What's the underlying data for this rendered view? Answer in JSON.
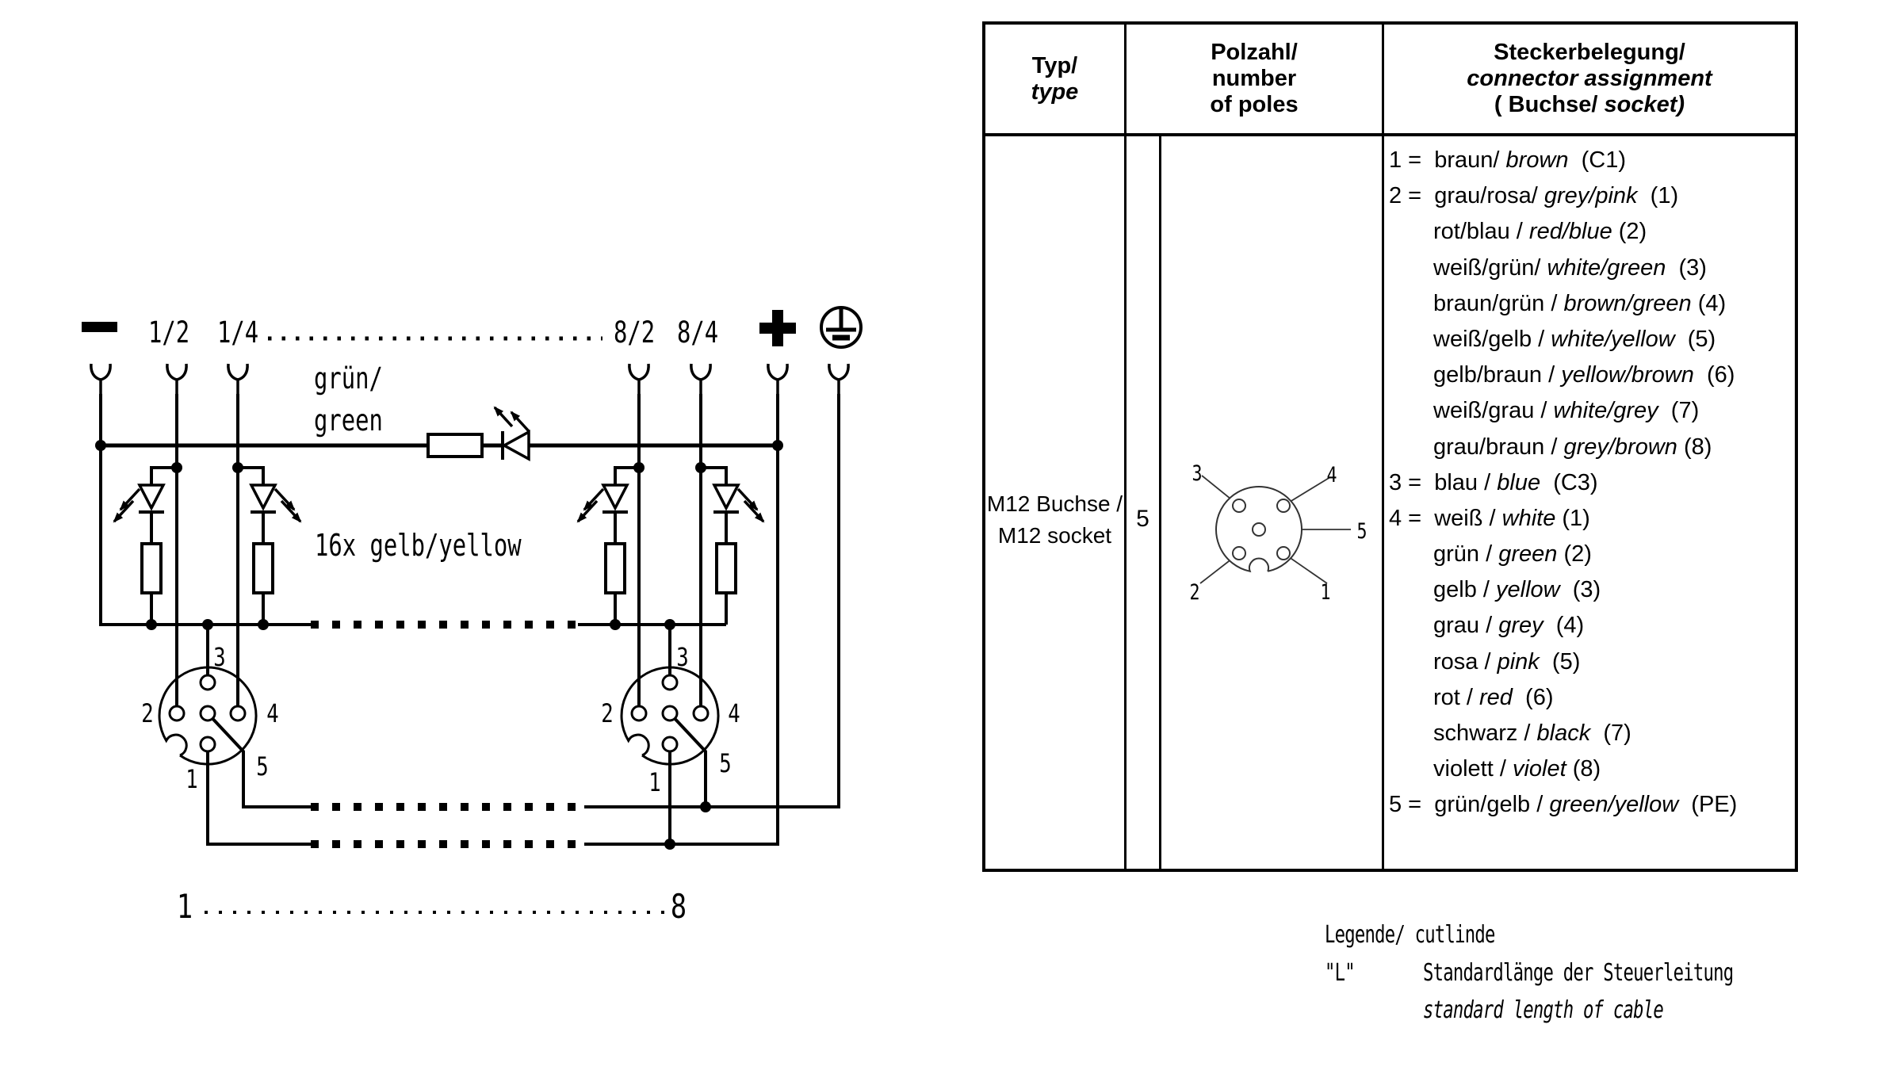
{
  "diagram": {
    "terminals": {
      "t12": "1/2",
      "t14": "1/4",
      "t82": "8/2",
      "t84": "8/4"
    },
    "green_led_label": {
      "line1": "grün/",
      "line2": "green"
    },
    "yellow_led_label": "16x gelb/yellow",
    "range": {
      "start": "1",
      "end": "8"
    }
  },
  "pin_labels": {
    "p1": "1",
    "p2": "2",
    "p3": "3",
    "p4": "4",
    "p5": "5"
  },
  "table": {
    "header": {
      "col1_line1": "Typ/",
      "col1_line2": "type",
      "col2_line1": "Polzahl/",
      "col2_line2": "number",
      "col2_line3": "of poles",
      "col3_line1": "Steckerbelegung/",
      "col3_line2": "connector assignment",
      "col3_line3_a": "( Buchse/ ",
      "col3_line3_b": "socket)"
    },
    "row": {
      "type_line1": "M12 Buchse /",
      "type_line2": "M12 socket",
      "poles": "5"
    },
    "assignments": [
      {
        "ind": false,
        "l": "1 =  braun/ ",
        "i": "brown",
        "r": "  (C1)"
      },
      {
        "ind": false,
        "l": "2 =  grau/rosa/ ",
        "i": "grey/pink",
        "r": "  (1)"
      },
      {
        "ind": true,
        "l": "rot/blau / ",
        "i": "red/blue",
        "r": " (2)"
      },
      {
        "ind": true,
        "l": "weiß/grün/ ",
        "i": "white/green",
        "r": "  (3)"
      },
      {
        "ind": true,
        "l": "braun/grün / ",
        "i": "brown/green",
        "r": " (4)"
      },
      {
        "ind": true,
        "l": "weiß/gelb / ",
        "i": "white/yellow",
        "r": "  (5)"
      },
      {
        "ind": true,
        "l": "gelb/braun / ",
        "i": "yellow/brown",
        "r": "  (6)"
      },
      {
        "ind": true,
        "l": "weiß/grau / ",
        "i": "white/grey",
        "r": "  (7)"
      },
      {
        "ind": true,
        "l": "grau/braun / ",
        "i": "grey/brown",
        "r": " (8)"
      },
      {
        "ind": false,
        "l": "3 =  blau / ",
        "i": "blue",
        "r": "  (C3)"
      },
      {
        "ind": false,
        "l": "4 =  weiß / ",
        "i": "white",
        "r": " (1)"
      },
      {
        "ind": true,
        "l": "grün / ",
        "i": "green",
        "r": " (2)"
      },
      {
        "ind": true,
        "l": "gelb / ",
        "i": "yellow",
        "r": "  (3)"
      },
      {
        "ind": true,
        "l": "grau / ",
        "i": "grey",
        "r": "  (4)"
      },
      {
        "ind": true,
        "l": "rosa / ",
        "i": "pink",
        "r": "  (5)"
      },
      {
        "ind": true,
        "l": "rot / ",
        "i": "red",
        "r": "  (6)"
      },
      {
        "ind": true,
        "l": "schwarz / ",
        "i": "black",
        "r": "  (7)"
      },
      {
        "ind": true,
        "l": "violett / ",
        "i": "violet",
        "r": " (8)"
      },
      {
        "ind": false,
        "l": "5 =  grün/gelb / ",
        "i": "green/yellow",
        "r": "  (PE)"
      }
    ]
  },
  "legend": {
    "title": "Legende/ cutlinde",
    "key": "\"L\"",
    "text_de": "Standardlänge der Steuerleitung",
    "text_en": "standard length of cable"
  }
}
